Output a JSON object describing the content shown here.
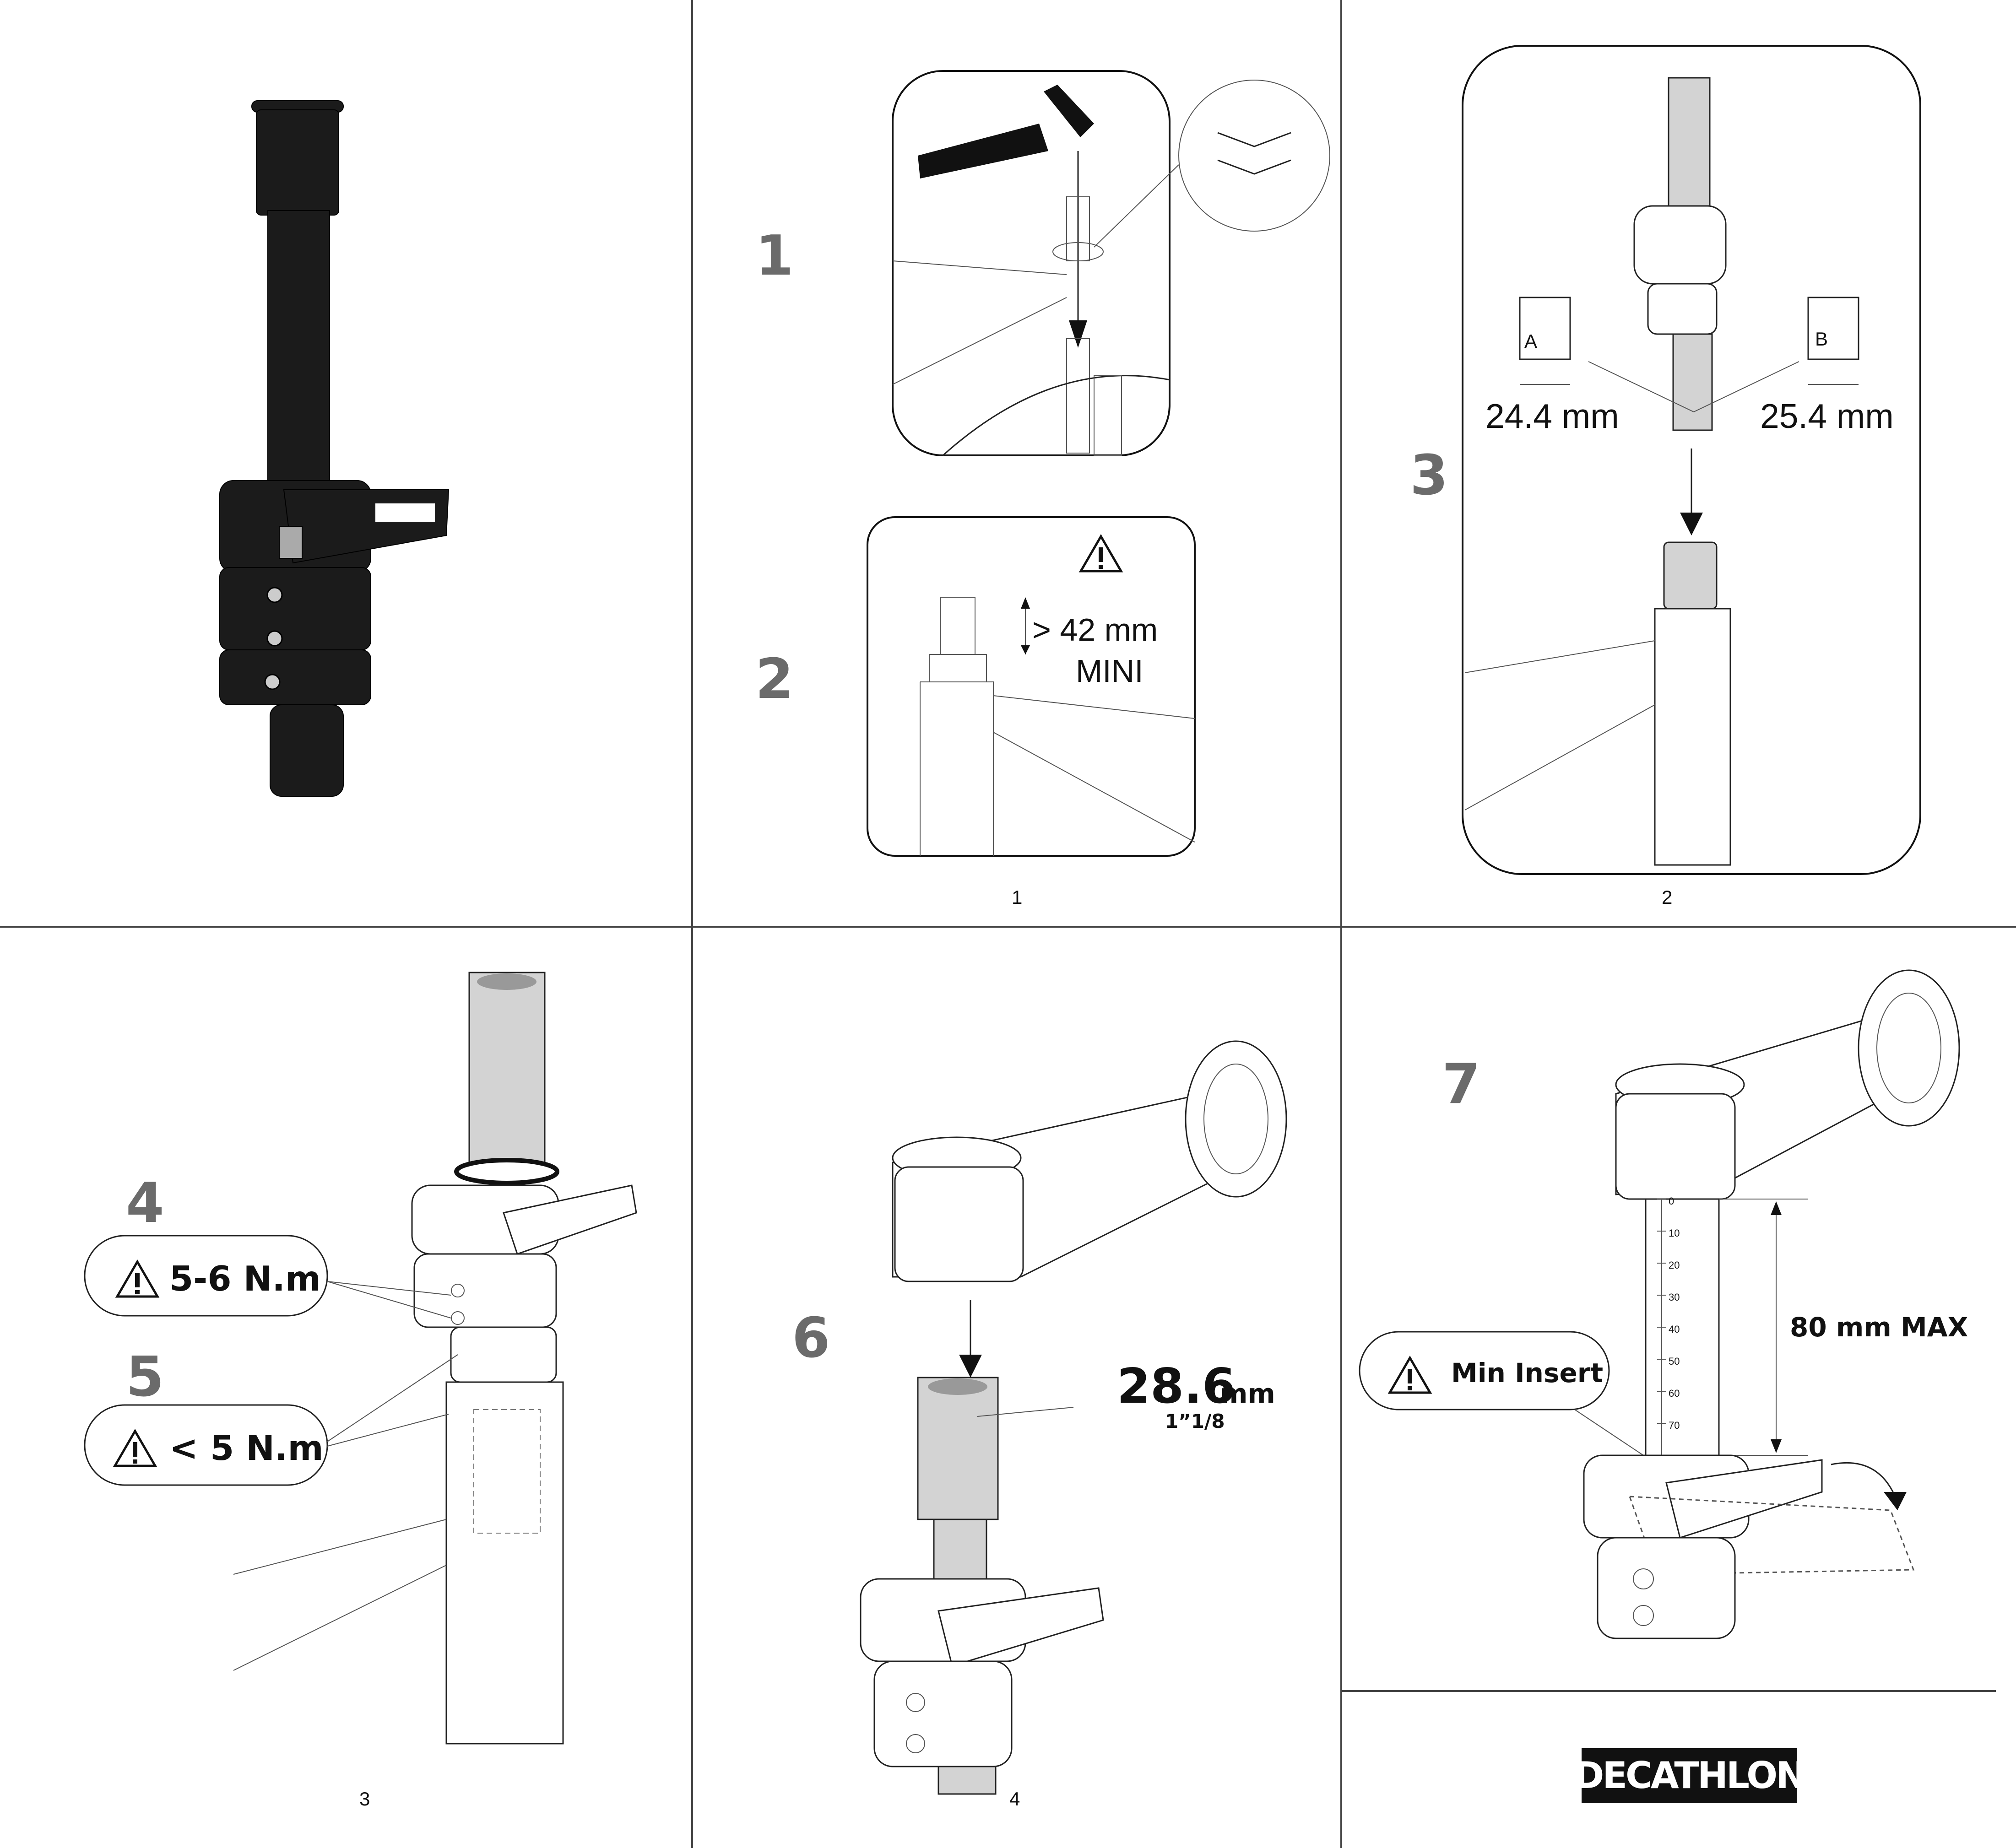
{
  "panels": {
    "p1": {
      "steps": [
        "1",
        "2"
      ],
      "dimension": "> 42 mm",
      "dimension_note": "MINI",
      "page": "1"
    },
    "p2": {
      "step": "3",
      "sleeve_a": "A",
      "sleeve_b": "B",
      "dim_a": "24.4 mm",
      "dim_b": "25.4 mm",
      "page": "2"
    },
    "p3": {
      "step4": "4",
      "torque4": "5-6 N.m",
      "step5": "5",
      "torque5": "< 5 N.m",
      "page": "3"
    },
    "p4": {
      "step": "6",
      "diameter": "28.6",
      "diameter_unit": "mm",
      "diameter_inch": "1”1/8",
      "page": "4"
    },
    "p5": {
      "step": "7",
      "min_insert": "Min Insert",
      "max_height": "80 mm MAX",
      "scale_marks": [
        "0",
        "10",
        "20",
        "30",
        "40",
        "50",
        "60",
        "70"
      ]
    }
  },
  "brand": {
    "logo_text": "DECATHLON"
  },
  "icons": {
    "warning": "warning-triangle-icon"
  },
  "colors": {
    "step_grey": "#6b6b6b",
    "tube_grey": "#d3d3d3",
    "logo_bg": "#111111"
  }
}
